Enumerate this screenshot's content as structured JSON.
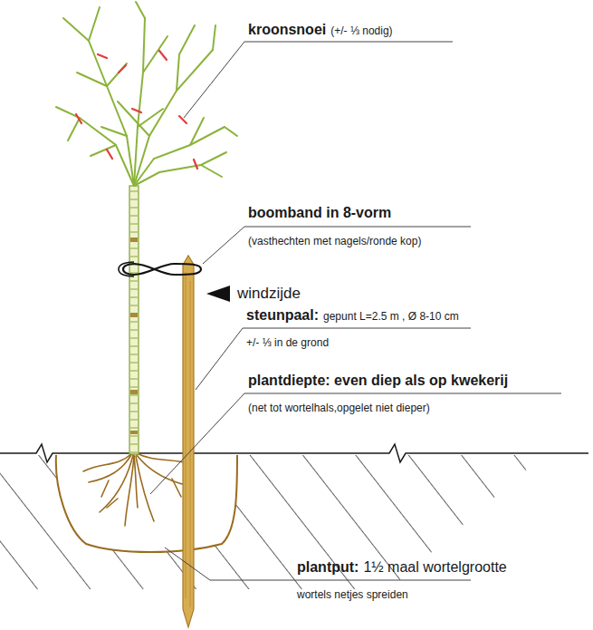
{
  "diagram": {
    "labels": [
      "kroonsnoei",
      "(+/- ⅓ nodig)",
      "boomband in 8-vorm",
      "(vasthechten met nagels/ronde kop)",
      "windzijde",
      "steunpaal:",
      "gepunt L=2.5 m , Ø 8-10 cm",
      "+/- ⅓ in de grond",
      "plantdiepte: even diep als op kwekerij",
      "(net tot wortelhals,opgelet niet dieper)",
      "plantput:",
      "1½ maal wortelgrootte",
      "wortels netjes spreiden"
    ]
  }
}
